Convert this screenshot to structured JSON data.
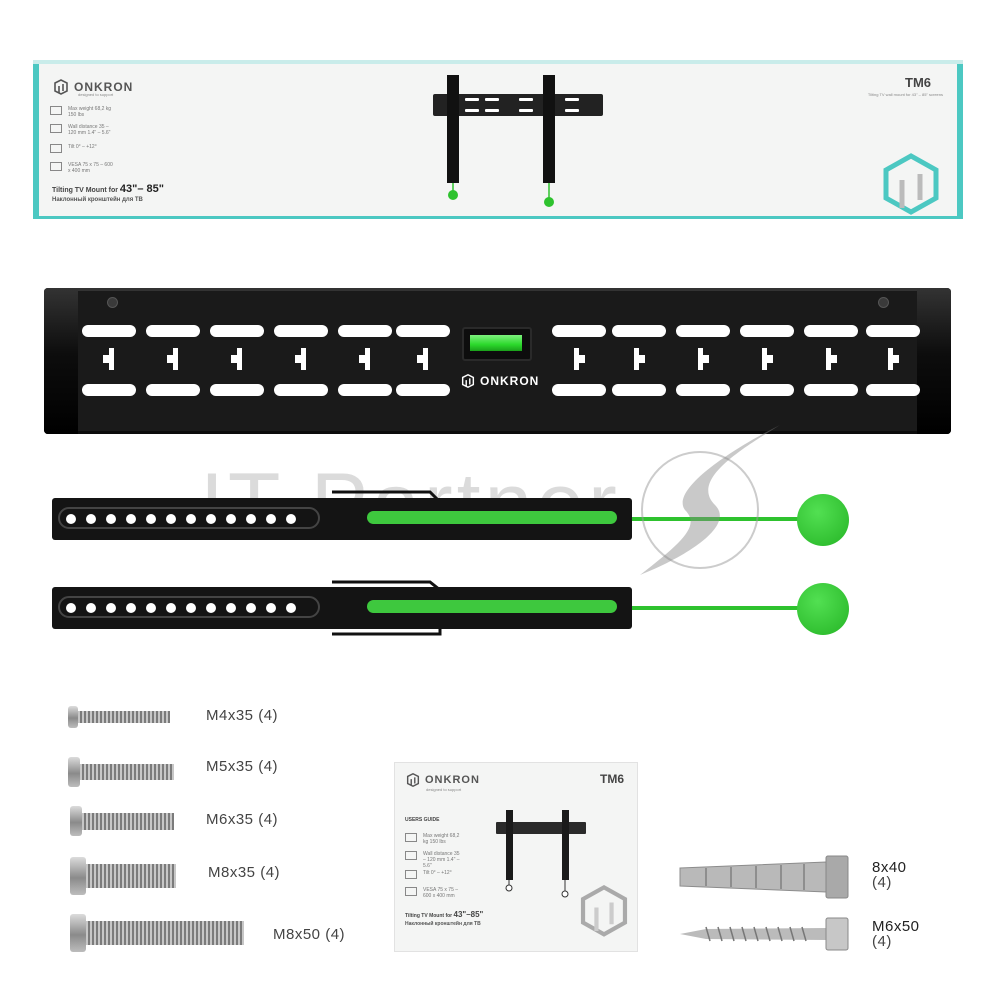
{
  "box": {
    "brand": "ONKRON",
    "tagline": "designed to support",
    "model": "TM6",
    "model_sub": "Tilting TV wall mount for 43\" – 85\" screens",
    "specs": [
      {
        "icon": "weight-icon",
        "text": "Max weight 68,2 kg 150 lbs"
      },
      {
        "icon": "wall-distance-icon",
        "text": "Wall distance 35 – 120 mm 1.4\" – 5.6\""
      },
      {
        "icon": "tilt-icon",
        "text": "Tilt 0° – +12°"
      },
      {
        "icon": "vesa-icon",
        "text": "VESA 75 x 75 – 600 x 400 mm"
      }
    ],
    "subtitle_prefix": "Tilting TV Mount for",
    "subtitle_size": "43\"– 85\"",
    "subtitle_ru": "Наклонный кронштейн для ТВ"
  },
  "plate": {
    "brand": "ONKRON"
  },
  "watermark": "IT Partner",
  "hardware": {
    "bolts": [
      {
        "name": "M4x35",
        "qty": "(4)"
      },
      {
        "name": "M5x35",
        "qty": "(4)"
      },
      {
        "name": "M6x35",
        "qty": "(4)"
      },
      {
        "name": "M8x35",
        "qty": "(4)"
      },
      {
        "name": "M8x50",
        "qty": "(4)"
      }
    ],
    "anchor": {
      "name": "8x40",
      "qty": "(4)"
    },
    "lag_screw": {
      "name": "M6x50",
      "qty": "(4)"
    }
  },
  "manual": {
    "brand": "ONKRON",
    "tagline": "designed to support",
    "model": "TM6",
    "title": "USERS GUIDE",
    "subtitle_prefix": "Tilting TV Mount for",
    "subtitle_size": "43\"–85\"",
    "subtitle_ru": "Наклонный кронштейн для ТВ"
  },
  "colors": {
    "accent": "#4cc8c2",
    "green": "#2ec22e",
    "metal": "#1a1a1a"
  }
}
